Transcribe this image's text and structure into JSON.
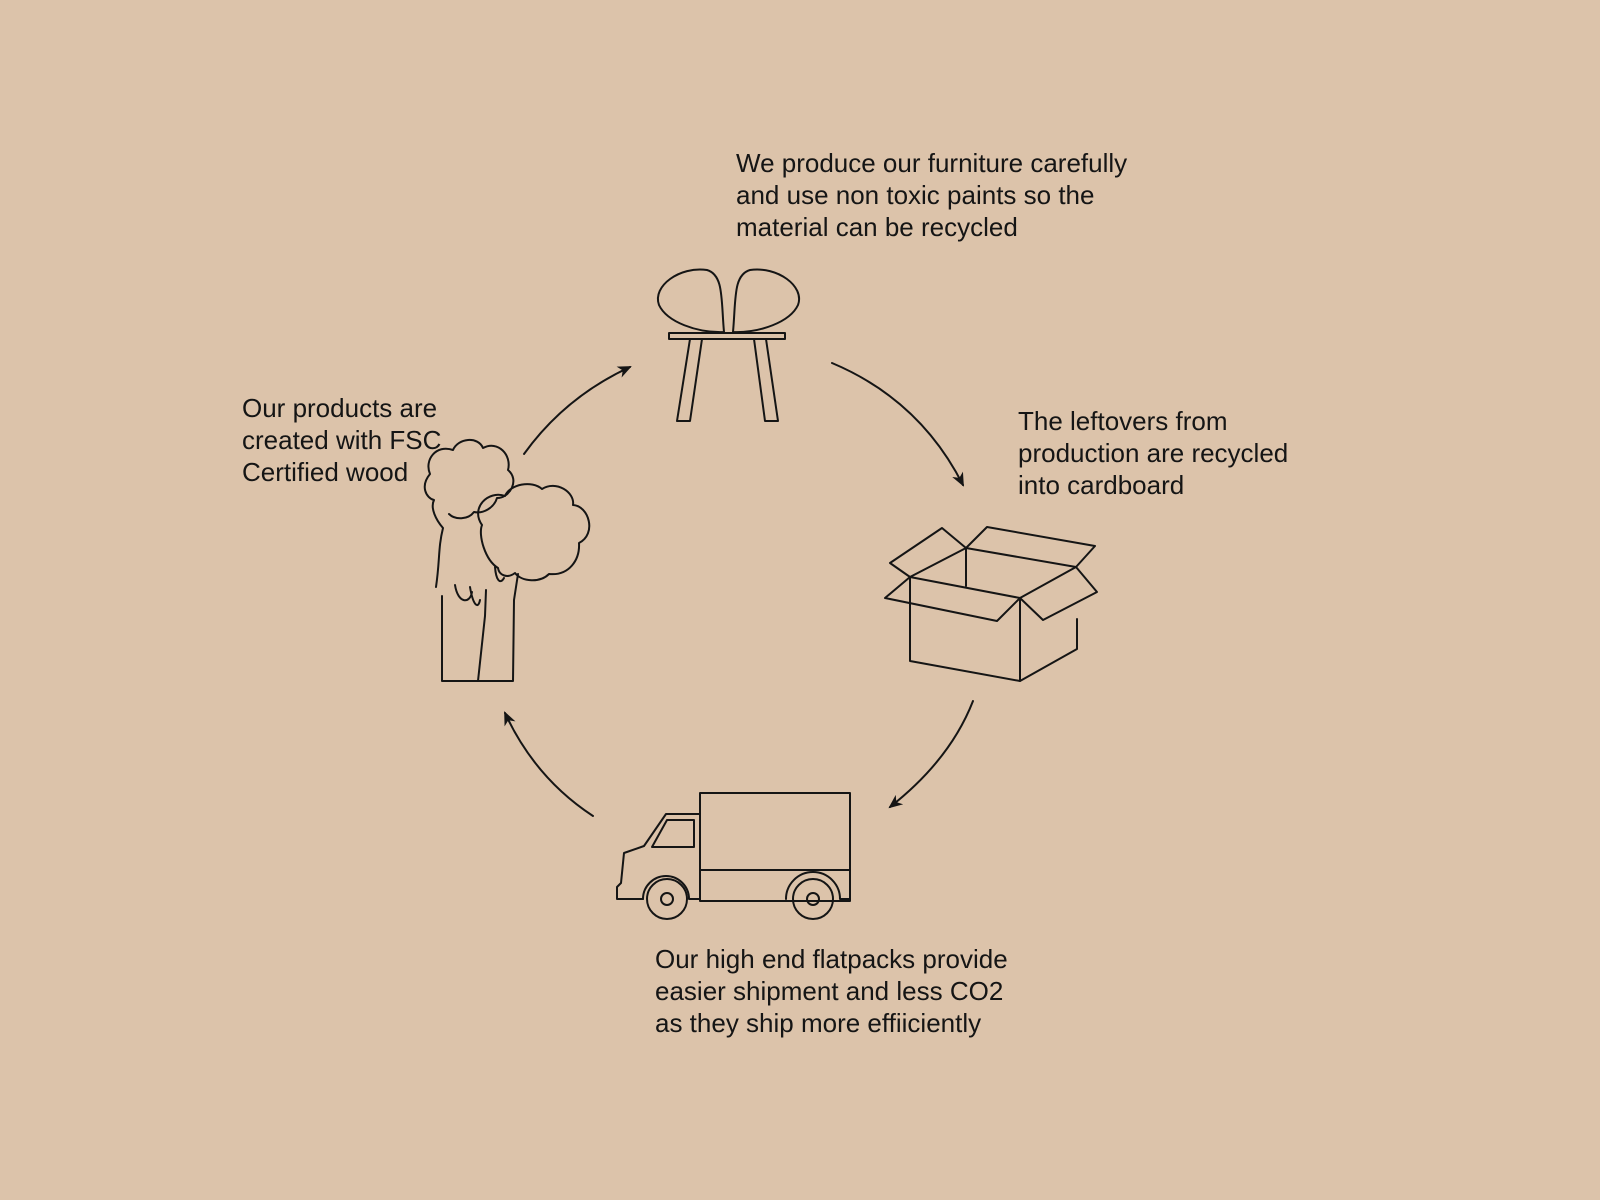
{
  "colors": {
    "background": "#dcc3aa",
    "ink": "#151515"
  },
  "steps": {
    "furniture": {
      "icon": "chair-icon",
      "lines": [
        "We produce our furniture carefully",
        "and use non toxic paints so the",
        "material can be recycled"
      ]
    },
    "leftovers": {
      "icon": "cardboard-box-icon",
      "lines": [
        "The leftovers from",
        "production are recycled",
        "into cardboard"
      ]
    },
    "shipping": {
      "icon": "truck-icon",
      "lines": [
        "Our high end flatpacks provide",
        "easier shipment and less CO2",
        "as they ship more effiiciently"
      ]
    },
    "wood": {
      "icon": "trees-icon",
      "lines": [
        "Our products are",
        "created with FSC",
        "Certified wood"
      ]
    }
  },
  "arrows": [
    "arrow-chair-to-box",
    "arrow-box-to-truck",
    "arrow-truck-to-trees",
    "arrow-trees-to-chair"
  ]
}
